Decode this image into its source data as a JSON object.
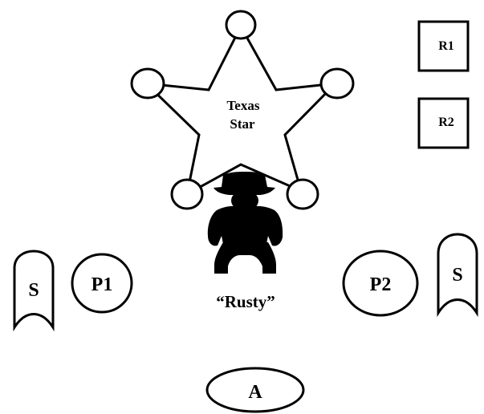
{
  "star": {
    "label_line1": "Texas",
    "label_line2": "Star"
  },
  "boxes": {
    "r1": "R1",
    "r2": "R2"
  },
  "figure": {
    "name": "“Rusty”"
  },
  "stands": {
    "left": "S",
    "right": "S"
  },
  "positions": {
    "p1": "P1",
    "p2": "P2",
    "a": "A"
  },
  "colors": {
    "stroke": "#000000",
    "fill": "#ffffff",
    "silhouette": "#000000"
  }
}
